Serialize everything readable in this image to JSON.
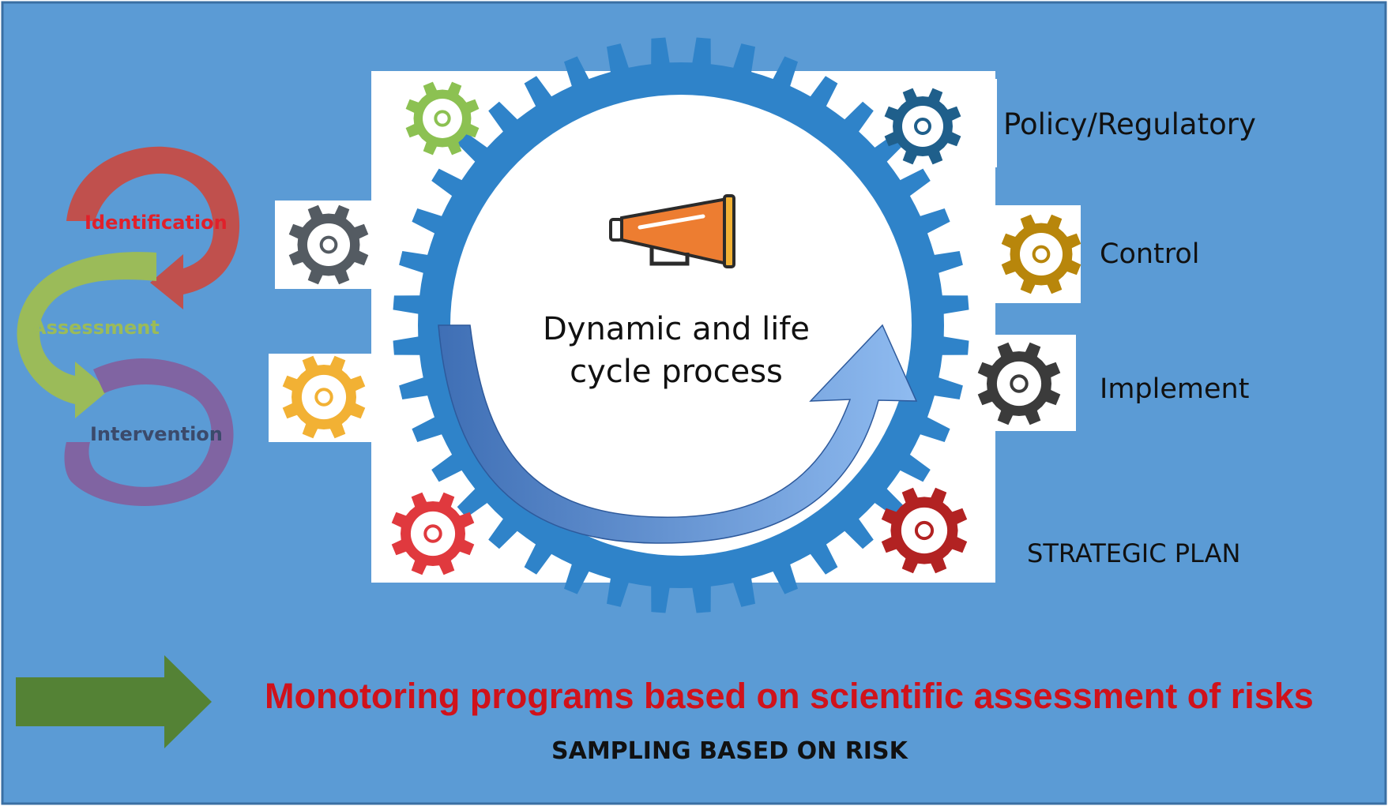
{
  "colors": {
    "background": "#5b9bd5",
    "panel": "#ffffff",
    "big_gear": "#2f83c9",
    "cycle_arrow": "#4a78c0",
    "green_arrow": "#548235",
    "headline": "#d0121b",
    "identification": "#c0504d",
    "assessment": "#9bbb59",
    "intervention": "#8064a2"
  },
  "cycle_steps": {
    "identification": "Identification",
    "assessment": "Assessment",
    "intervention": "Intervention"
  },
  "center": {
    "line1": "Dynamic and life",
    "line2": "cycle process",
    "icon": "megaphone-icon"
  },
  "right_labels": {
    "policy": "Policy/Regulatory",
    "control": "Control",
    "implement": "Implement",
    "strategic": "STRATEGIC PLAN"
  },
  "gear_icons": [
    {
      "name": "search-gear-icon",
      "color": "#8cc152"
    },
    {
      "name": "target-gear-icon",
      "color": "#545b62"
    },
    {
      "name": "settings-gear-icon",
      "color": "#f2b134"
    },
    {
      "name": "lightbulb-gear-icon",
      "color": "#e0393e"
    },
    {
      "name": "handshake-gear-icon",
      "color": "#1f5f8b"
    },
    {
      "name": "chart-gear-icon",
      "color": "#b8860b"
    },
    {
      "name": "puzzle-gear-icon",
      "color": "#3b3b3b"
    },
    {
      "name": "megaphone-gear-icon",
      "color": "#b22222"
    }
  ],
  "bottom": {
    "headline": "Monotoring programs based on scientific assessment of risks",
    "subline": "SAMPLING BASED ON RISK"
  }
}
